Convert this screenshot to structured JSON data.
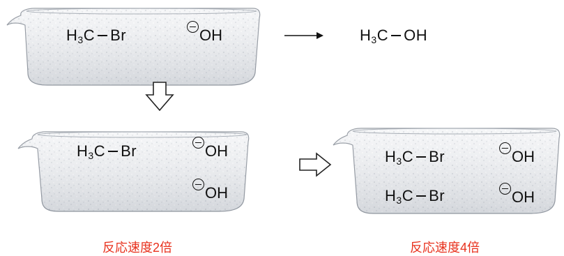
{
  "reactions": {
    "top": {
      "reactant_methyl": "H",
      "reactant_sub": "3",
      "reactant_c": "C",
      "reactant_br": "Br",
      "nucleophile": "OH",
      "product_h": "H",
      "product_sub": "3",
      "product_c": "C",
      "product_oh": "OH"
    },
    "bottom_left": {
      "r1_h": "H",
      "r1_sub": "3",
      "r1_c": "C",
      "r1_br": "Br",
      "oh1": "OH",
      "oh2": "OH",
      "caption": "反応速度2倍"
    },
    "bottom_right": {
      "r1_h": "H",
      "r1_sub": "3",
      "r1_c": "C",
      "r1_br": "Br",
      "r2_h": "H",
      "r2_sub": "3",
      "r2_c": "C",
      "r2_br": "Br",
      "oh1": "OH",
      "oh2": "OH",
      "caption": "反応速度4倍"
    }
  },
  "colors": {
    "caption": "#e8321e",
    "text": "#111111",
    "glass": "#c9ced6"
  }
}
